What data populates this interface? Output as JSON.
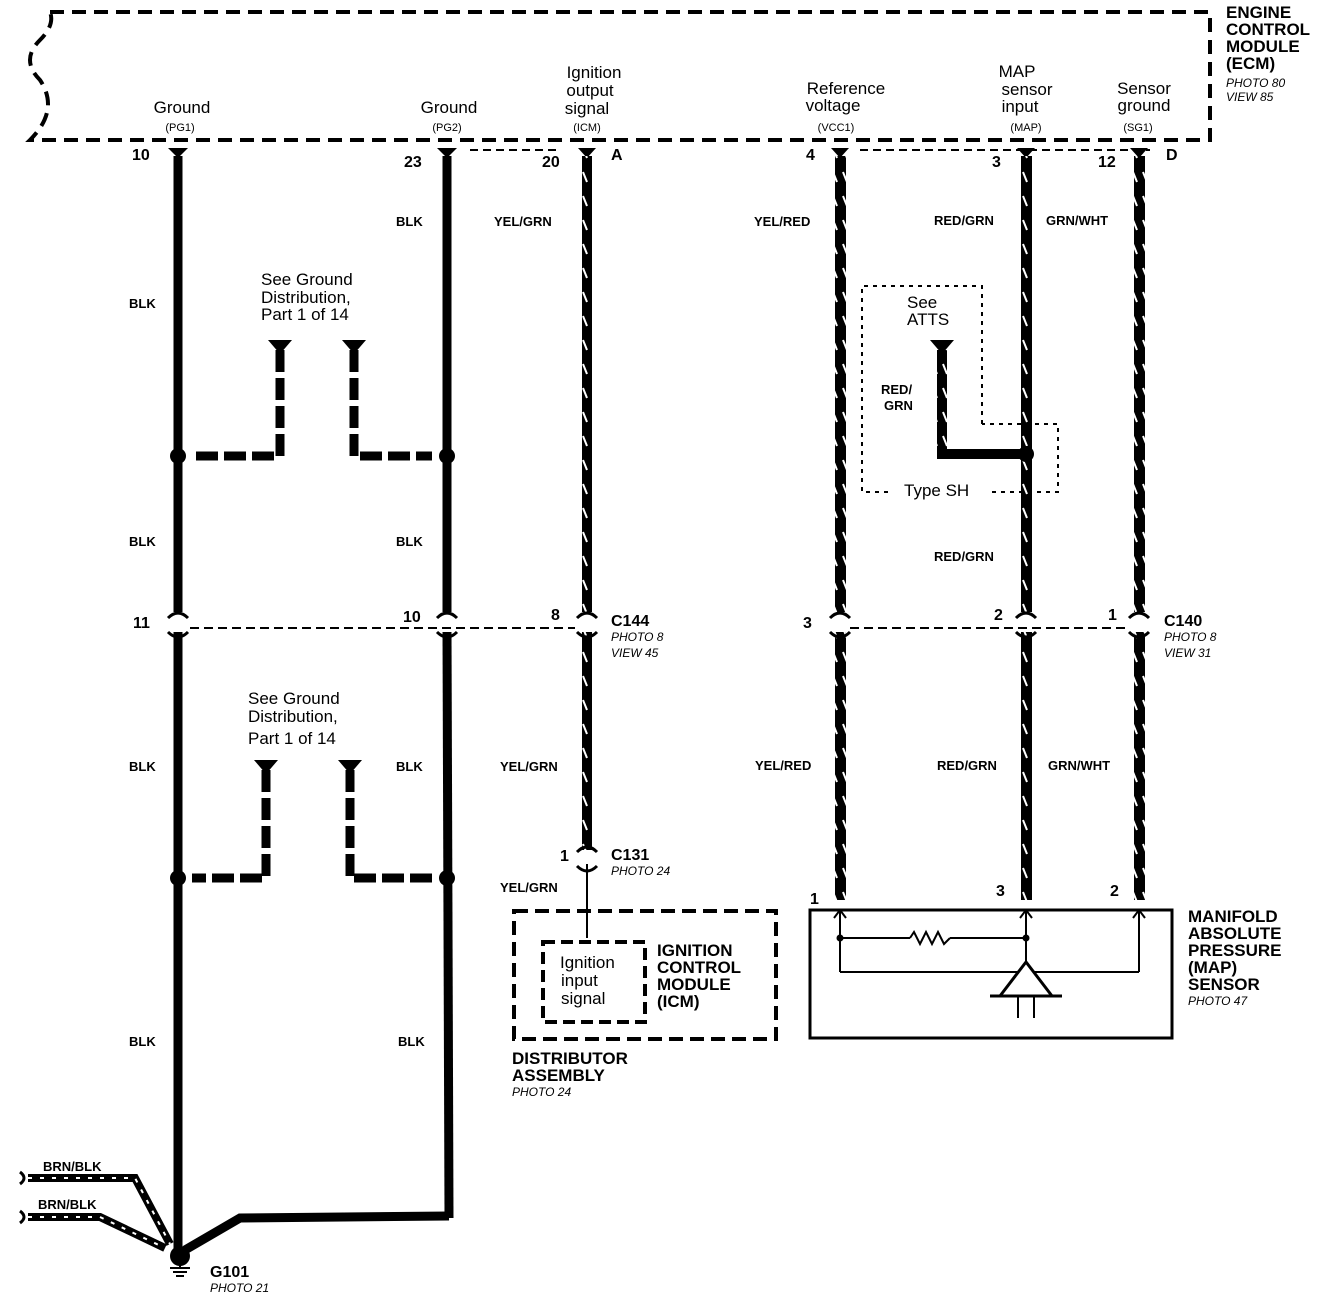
{
  "ecm": {
    "lines": [
      "ENGINE",
      "CONTROL",
      "MODULE",
      "(ECM)"
    ],
    "photo": "PHOTO 80",
    "view": "VIEW 85"
  },
  "terminals": [
    {
      "label": [
        "Ground"
      ],
      "pin": "(PG1)",
      "num": "10"
    },
    {
      "label": [
        "Ground"
      ],
      "pin": "(PG2)",
      "num": "23"
    },
    {
      "label": [
        "Ignition",
        "output",
        "signal"
      ],
      "pin": "(ICM)",
      "num": "20"
    },
    {
      "label": [
        "Reference",
        "voltage"
      ],
      "pin": "(VCC1)",
      "num": "4"
    },
    {
      "label": [
        "MAP",
        "sensor",
        "input"
      ],
      "pin": "(MAP)",
      "num": "3"
    },
    {
      "label": [
        "Sensor",
        "ground"
      ],
      "pin": "(SG1)",
      "num": "12"
    }
  ],
  "connector_letters": {
    "a": "A",
    "d": "D"
  },
  "wire_colors": {
    "blk": "BLK",
    "yel_grn": "YEL/GRN",
    "yel_red": "YEL/RED",
    "red_grn": "RED/GRN",
    "grn_wht": "GRN/WHT",
    "red_slash": "RED/",
    "grn": "GRN",
    "brn_blk": "BRN/BLK"
  },
  "ground_note": {
    "top": [
      "See Ground",
      "Distribution,",
      "Part 1 of 14"
    ],
    "bottom": [
      "See Ground",
      "Distribution,",
      "Part 1 of 14"
    ]
  },
  "atts_note": {
    "lines": [
      "See",
      "ATTS"
    ],
    "type": "Type SH"
  },
  "c144": {
    "name": "C144",
    "photo": "PHOTO 8",
    "view": "VIEW 45",
    "pins": [
      "11",
      "10",
      "8"
    ]
  },
  "c140": {
    "name": "C140",
    "photo": "PHOTO 8",
    "view": "VIEW 31",
    "pins": [
      "3",
      "2",
      "1"
    ]
  },
  "c131": {
    "name": "C131",
    "photo": "PHOTO 24",
    "pin": "1"
  },
  "icm": {
    "inner": [
      "Ignition",
      "input",
      "signal"
    ],
    "title": [
      "IGNITION",
      "CONTROL",
      "MODULE",
      "(ICM)"
    ]
  },
  "distributor": {
    "lines": [
      "DISTRIBUTOR",
      "ASSEMBLY"
    ],
    "photo": "PHOTO 24"
  },
  "map_sensor": {
    "title": [
      "MANIFOLD",
      "ABSOLUTE",
      "PRESSURE",
      "(MAP)",
      "SENSOR"
    ],
    "photo": "PHOTO 47",
    "pins": [
      "1",
      "3",
      "2"
    ]
  },
  "g101": {
    "name": "G101",
    "photo": "PHOTO 21"
  }
}
